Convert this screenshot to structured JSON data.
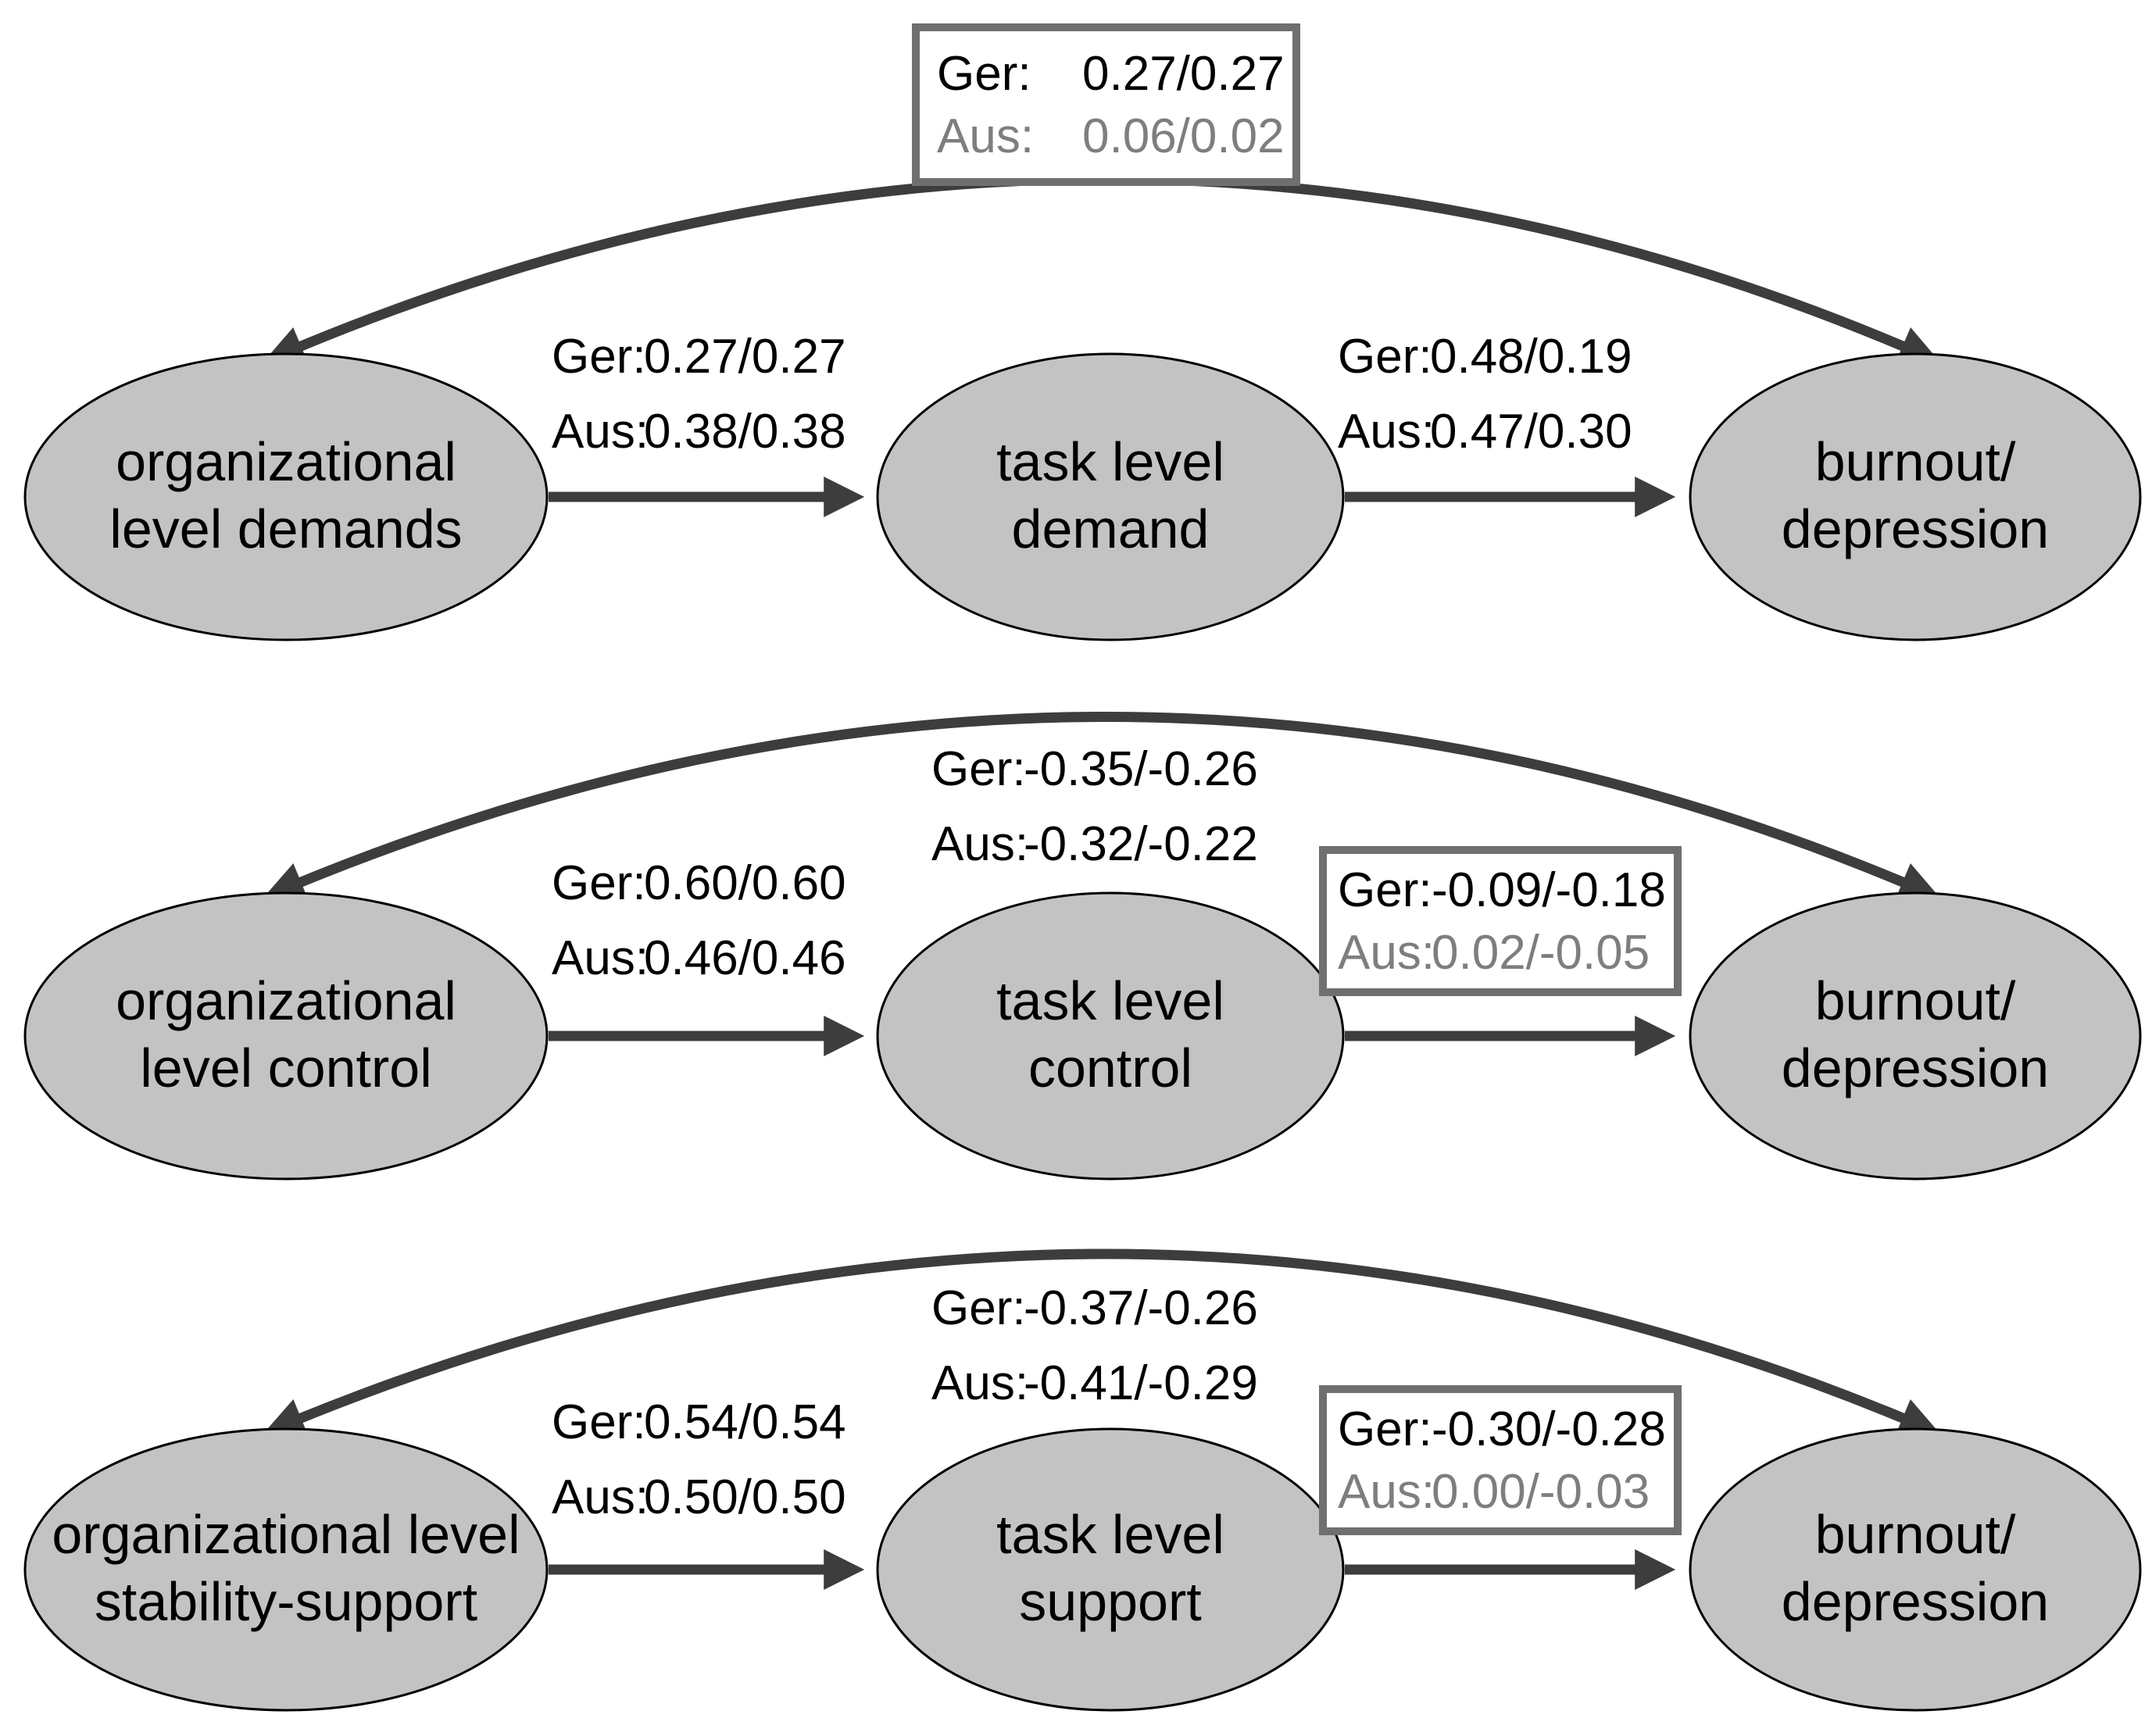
{
  "title": "mediation path diagram: organizational and task level working conditions on burnout/depression (Germany / Austria)",
  "colors": {
    "background": "#ffffff",
    "node_fill": "#c3c3c3",
    "node_stroke": "#000000",
    "arrow": "#3d3d3d",
    "box_border": "#6f6f6f",
    "text": "#000000",
    "muted_text": "#7e7e7e"
  },
  "rows": [
    {
      "left_node": {
        "line1": "organizational",
        "line2": "level demands"
      },
      "mid_node": {
        "line1": "task level",
        "line2": "demand"
      },
      "right_node": {
        "line1": "burnout/",
        "line2": "depression"
      },
      "org_to_task": {
        "ger_label": "Ger:",
        "ger": "0.27/0.27",
        "aus_label": "Aus:",
        "aus": "0.38/0.38"
      },
      "task_to_outcome": {
        "ger_label": "Ger:",
        "ger": "0.48/0.19",
        "aus_label": "Aus:",
        "aus": "0.47/0.30"
      },
      "curve_label_boxed": {
        "ger_label": "Ger:",
        "ger": "0.27/0.27",
        "aus_label": "Aus:",
        "aus": "0.06/0.02"
      }
    },
    {
      "left_node": {
        "line1": "organizational",
        "line2": "level control"
      },
      "mid_node": {
        "line1": "task level",
        "line2": "control"
      },
      "right_node": {
        "line1": "burnout/",
        "line2": "depression"
      },
      "org_to_task": {
        "ger_label": "Ger:",
        "ger": "0.60/0.60",
        "aus_label": "Aus:",
        "aus": "0.46/0.46"
      },
      "curve_label": {
        "ger_label": "Ger:",
        "ger": "-0.35/-0.26",
        "aus_label": "Aus:",
        "aus": "-0.32/-0.22"
      },
      "task_to_outcome_boxed": {
        "ger_label": "Ger:",
        "ger": "-0.09/-0.18",
        "aus_label": "Aus:",
        "aus": "0.02/-0.05"
      }
    },
    {
      "left_node": {
        "line1": "organizational level",
        "line2": "stability-support"
      },
      "mid_node": {
        "line1": "task level",
        "line2": "support"
      },
      "right_node": {
        "line1": "burnout/",
        "line2": "depression"
      },
      "org_to_task": {
        "ger_label": "Ger:",
        "ger": "0.54/0.54",
        "aus_label": "Aus:",
        "aus": "0.50/0.50"
      },
      "curve_label": {
        "ger_label": "Ger:",
        "ger": "-0.37/-0.26",
        "aus_label": "Aus:",
        "aus": "-0.41/-0.29"
      },
      "task_to_outcome_boxed": {
        "ger_label": "Ger:",
        "ger": "-0.30/-0.28",
        "aus_label": "Aus:",
        "aus": "0.00/-0.03"
      }
    }
  ]
}
